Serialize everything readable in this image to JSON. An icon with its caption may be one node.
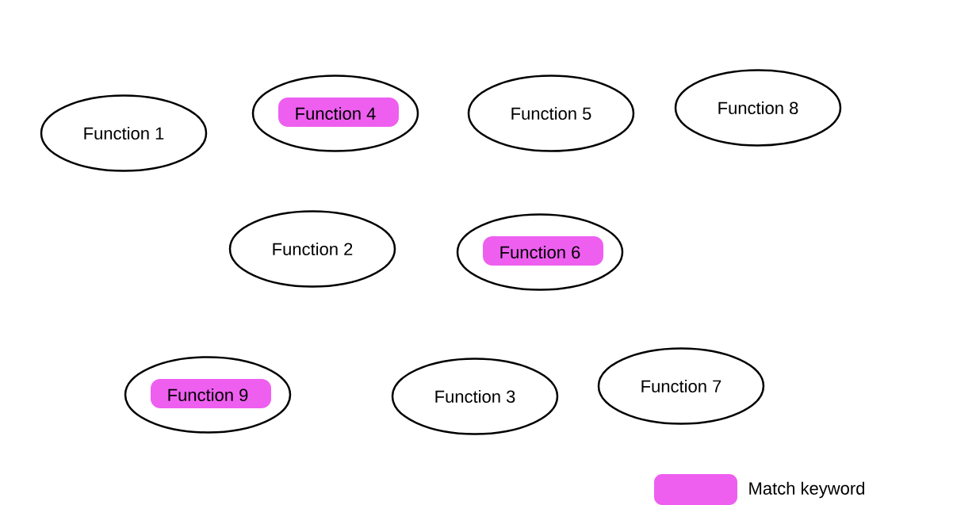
{
  "diagram": {
    "nodes": [
      {
        "text": [
          "Function 1"
        ]
      },
      {
        "text": [
          "Function 4"
        ]
      },
      {
        "text": [
          "Function 5"
        ]
      },
      {
        "text": [
          "Function 8"
        ]
      },
      {
        "text": [
          "Function 2"
        ]
      },
      {
        "text": [
          "Function 6"
        ]
      },
      {
        "text": [
          "Function 9"
        ]
      },
      {
        "text": [
          "Function 3"
        ]
      },
      {
        "text": [
          "Function 7"
        ]
      }
    ],
    "legend": [
      {
        "text": "Match keyword",
        "color": "#ee5ff0"
      }
    ]
  }
}
